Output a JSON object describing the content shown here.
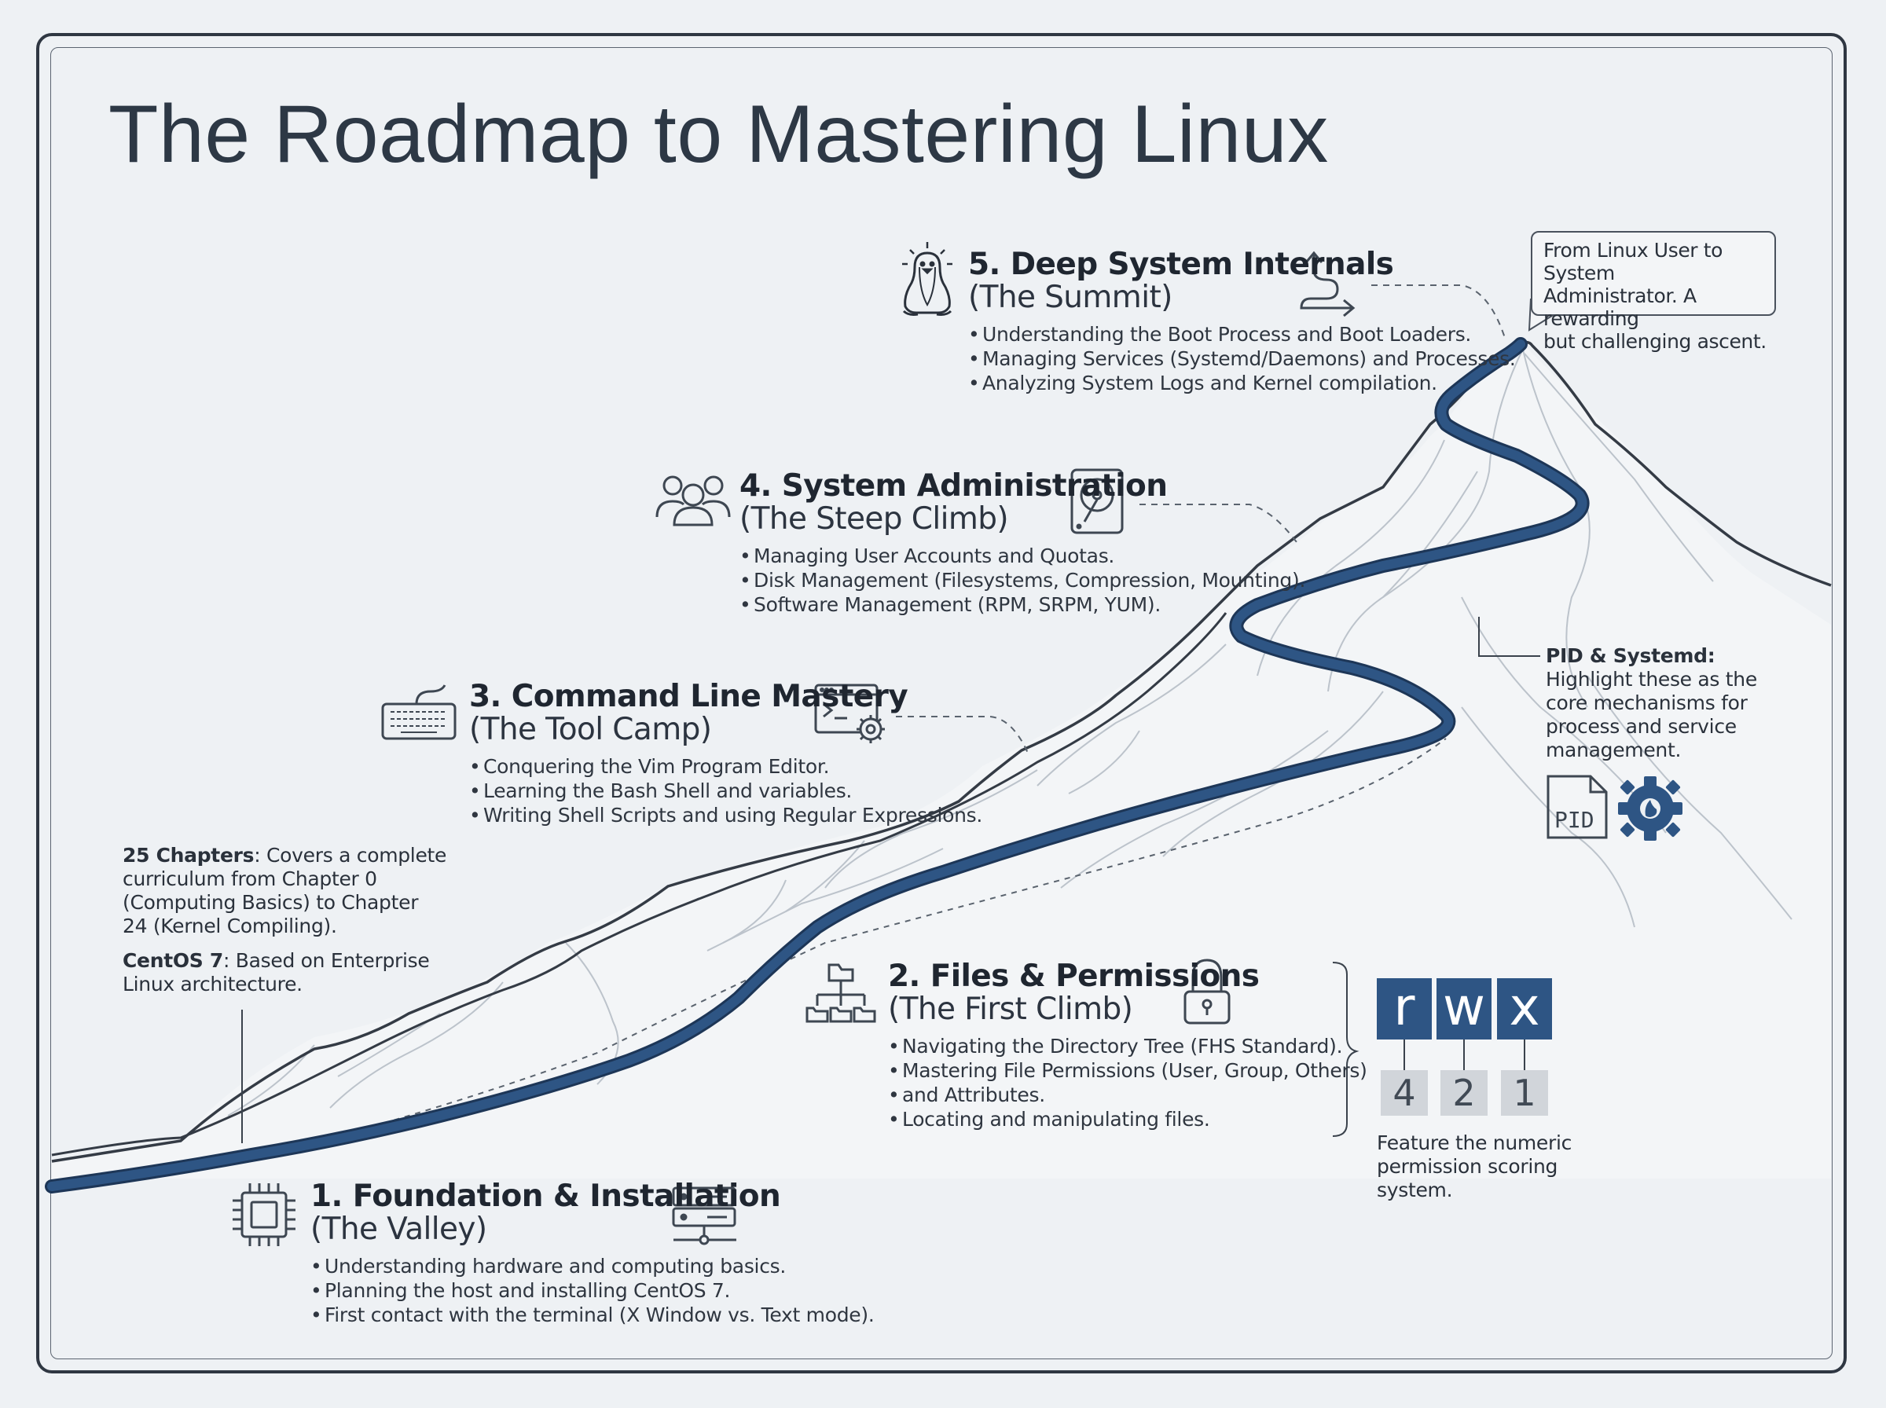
{
  "title": "The Roadmap to Mastering Linux",
  "stages": [
    {
      "heading": "1. Foundation & Installation",
      "subtitle": "(The Valley)",
      "icons": [
        "cpu-chip-icon",
        "server-network-icon"
      ],
      "items": [
        "Understanding hardware and computing basics.",
        "Planning the host and installing CentOS 7.",
        "First contact with the terminal (X Window vs. Text mode)."
      ]
    },
    {
      "heading": "2. Files & Permissions",
      "subtitle": "(The First Climb)",
      "icons": [
        "folder-tree-icon",
        "padlock-icon"
      ],
      "items": [
        "Navigating the Directory Tree (FHS Standard).",
        "Mastering File Permissions (User, Group, Others)",
        "and Attributes.",
        "Locating and manipulating files."
      ]
    },
    {
      "heading": "3. Command Line Mastery",
      "subtitle": "(The Tool Camp)",
      "icons": [
        "keyboard-icon",
        "terminal-gear-icon"
      ],
      "items": [
        "Conquering the Vim Program Editor.",
        "Learning the Bash Shell and variables.",
        "Writing Shell Scripts and using Regular Expressions."
      ]
    },
    {
      "heading": "4. System Administration",
      "subtitle": "(The Steep Climb)",
      "icons": [
        "users-group-icon",
        "hard-disk-icon"
      ],
      "items": [
        "Managing User Accounts and Quotas.",
        "Disk Management (Filesystems, Compression, Mounting).",
        "Software Management (RPM, SRPM, YUM)."
      ]
    },
    {
      "heading": "5. Deep System Internals",
      "subtitle": "(The Summit)",
      "icons": [
        "tux-penguin-icon",
        "flow-arrow-icon"
      ],
      "items": [
        "Understanding the Boot Process and Boot Loaders.",
        "Managing Services (Systemd/Daemons) and Processes.",
        "Analyzing System Logs and Kernel compilation."
      ]
    }
  ],
  "notes": {
    "chapters": {
      "label": "25 Chapters",
      "text": ": Covers a complete",
      "lines": [
        "curriculum from Chapter 0",
        "(Computing Basics) to Chapter",
        "24 (Kernel Compiling)."
      ]
    },
    "centos": {
      "label": "CentOS 7",
      "text": ": Based on Enterprise",
      "lines": [
        "Linux architecture."
      ]
    },
    "pid": {
      "label": "PID & Systemd:",
      "lines": [
        "Highlight these as the",
        "core mechanisms for",
        "process and service",
        "management."
      ]
    },
    "permissions": {
      "lines": [
        "Feature the numeric",
        "permission scoring",
        "system."
      ]
    }
  },
  "callout": {
    "lines": [
      "From Linux User to System",
      "Administrator. A rewarding",
      "but challenging ascent."
    ]
  },
  "permissions": {
    "letters": [
      "r",
      "w",
      "x"
    ],
    "values": [
      "4",
      "2",
      "1"
    ]
  },
  "pid_icon_label": "PID",
  "colors": {
    "path": "#2e5584",
    "path_edge": "#1d3657",
    "mountain_line": "#343b45",
    "contour": "#b9c0c8",
    "background": "#eef1f4"
  }
}
